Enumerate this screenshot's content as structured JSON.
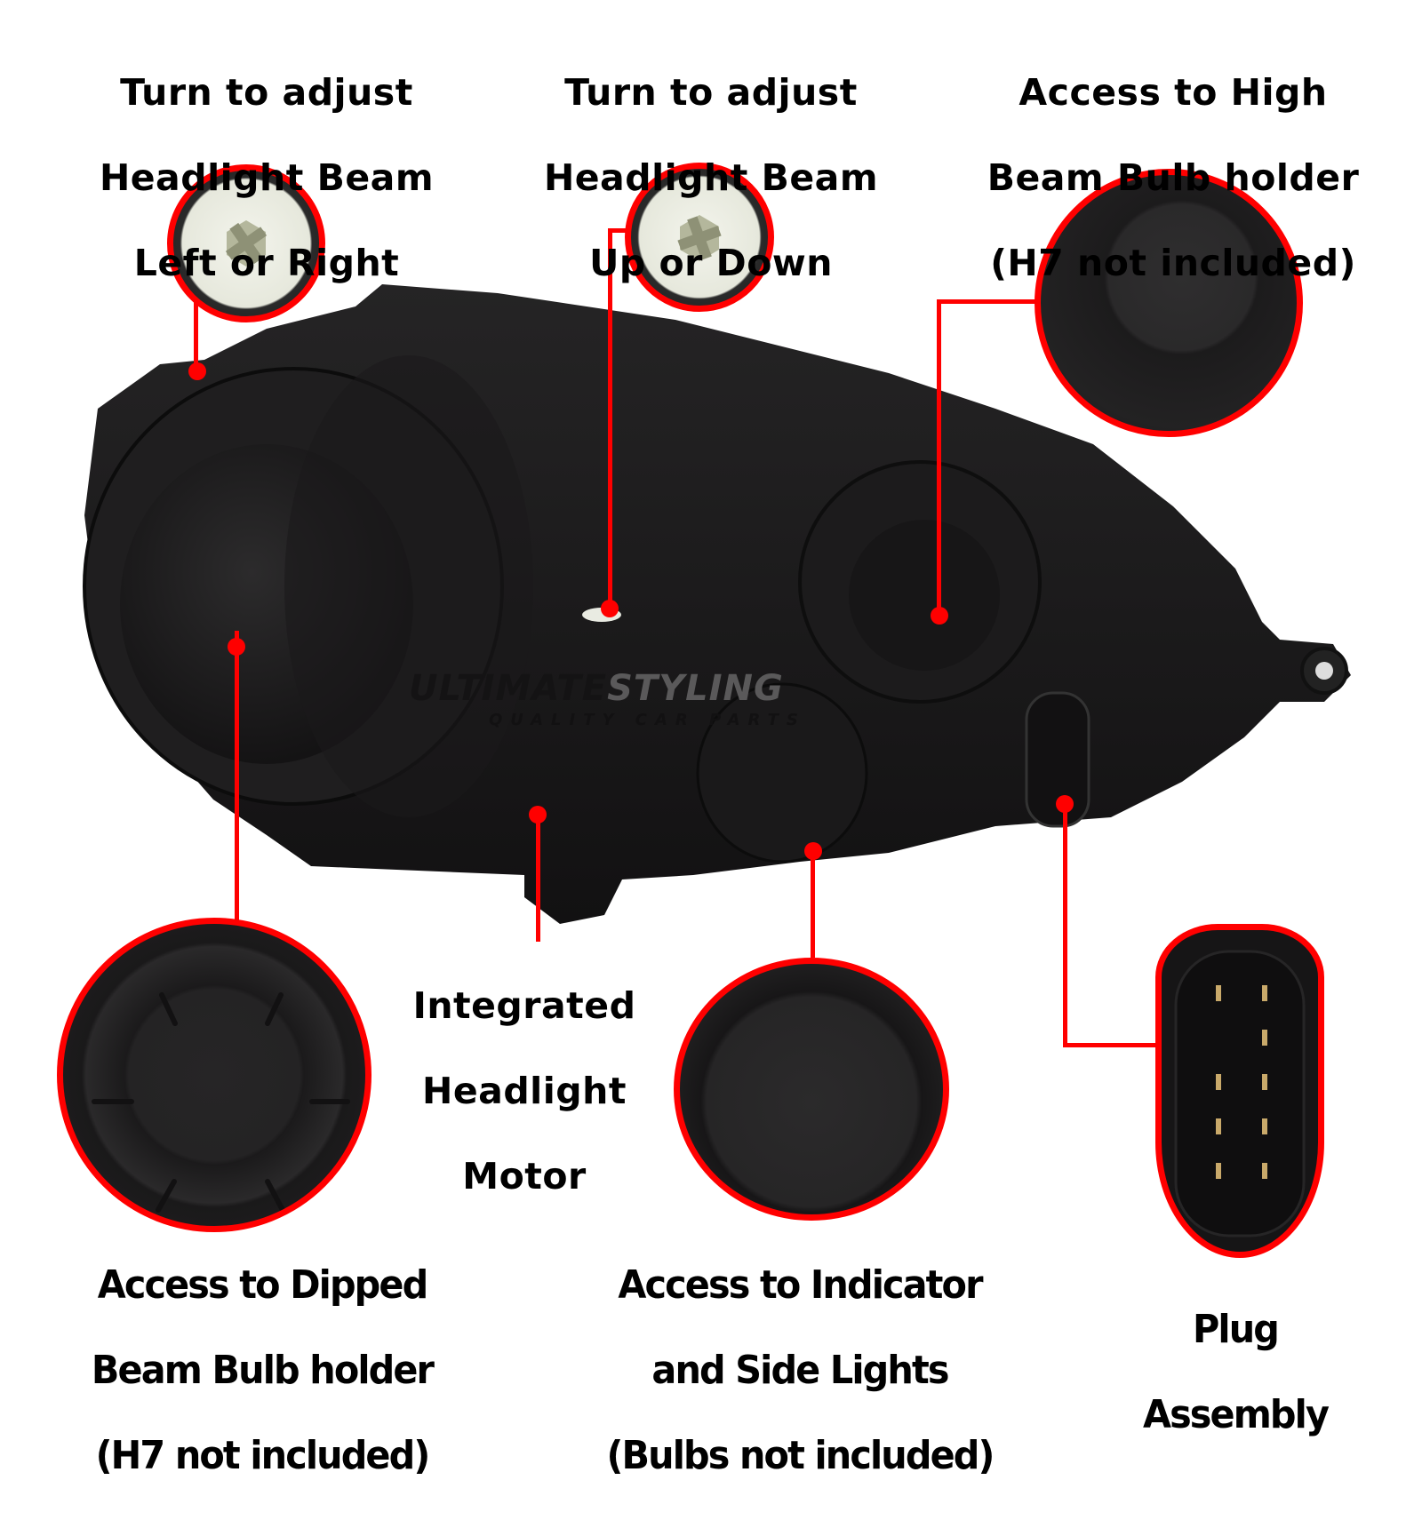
{
  "colors": {
    "accent_red": "#ff0000",
    "background": "#ffffff",
    "housing": "#1b1a1b",
    "adjuster_cream": "#eef0e6",
    "label_text": "#000000"
  },
  "watermark": {
    "brand_part1": "ULTIMATE",
    "brand_part2": "STYLING",
    "tagline": "QUALITY CAR PARTS"
  },
  "callouts": [
    {
      "id": "adjust-left-right",
      "lines": [
        "Turn to adjust",
        "Headlight Beam",
        "Left or Right"
      ],
      "icon": "hex-adjuster-icon"
    },
    {
      "id": "adjust-up-down",
      "lines": [
        "Turn to adjust",
        "Headlight Beam",
        "Up or Down"
      ],
      "icon": "hex-adjuster-icon"
    },
    {
      "id": "high-beam-access",
      "lines": [
        "Access to High",
        "Beam Bulb holder",
        "(H7 not included)"
      ],
      "icon": "dust-cap-icon"
    },
    {
      "id": "headlight-motor",
      "lines": [
        "Integrated",
        "Headlight",
        "Motor"
      ],
      "icon": null
    },
    {
      "id": "dipped-beam-access",
      "lines": [
        "Access to Dipped",
        "Beam Bulb holder",
        "(H7 not included)"
      ],
      "icon": "dust-cap-icon"
    },
    {
      "id": "indicator-side-access",
      "lines": [
        "Access to Indicator",
        "and Side Lights",
        "(Bulbs not included)"
      ],
      "icon": "dust-cap-icon"
    },
    {
      "id": "plug-assembly",
      "lines": [
        "Plug",
        "Assembly"
      ],
      "icon": "connector-plug-icon"
    }
  ],
  "plug": {
    "pin_rows": 5,
    "pin_cols": 2
  }
}
